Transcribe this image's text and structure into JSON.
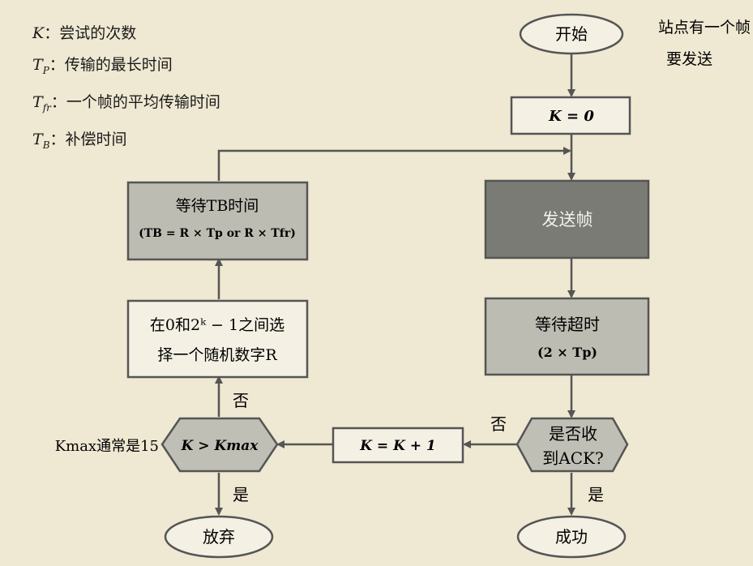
{
  "legend": {
    "k_symbol": "K",
    "k_desc": "：尝试的次数",
    "tp_symbol": "T",
    "tp_sub": "P",
    "tp_desc": "：传输的最长时间",
    "tfr_symbol": "T",
    "tfr_sub": "fr",
    "tfr_desc": "：一个帧的平均传输时间",
    "tb_symbol": "T",
    "tb_sub": "B",
    "tb_desc": "：补偿时间"
  },
  "start": {
    "label": "开始",
    "note_line1": "站点有一个帧",
    "note_line2": "要发送"
  },
  "init": {
    "label": "K = 0"
  },
  "send": {
    "label": "发送帧"
  },
  "wait_timeout": {
    "line1": "等待超时",
    "line2": "(2 × Tp)"
  },
  "ack_decision": {
    "line1": "是否收",
    "line2": "到ACK?",
    "no": "否",
    "yes": "是"
  },
  "increment": {
    "label": "K = K + 1"
  },
  "kmax_decision": {
    "label": "K > Kmax",
    "no": "否",
    "yes": "是",
    "note": "Kmax通常是15"
  },
  "random": {
    "line1": "在0和2ᵏ − 1之间选",
    "line2": "择一个随机数字R"
  },
  "wait_backoff": {
    "line1": "等待TB时间",
    "line2": "(TB = R × Tp or R × Tfr)"
  },
  "abort": {
    "label": "放弃"
  },
  "success": {
    "label": "成功"
  },
  "colors": {
    "background": "#efe8d2",
    "box_light": "#f4f1e4",
    "box_mid": "#bdbcb2",
    "box_dark": "#7b7b76",
    "diamond": "#c0bfb5",
    "line": "#555555"
  }
}
